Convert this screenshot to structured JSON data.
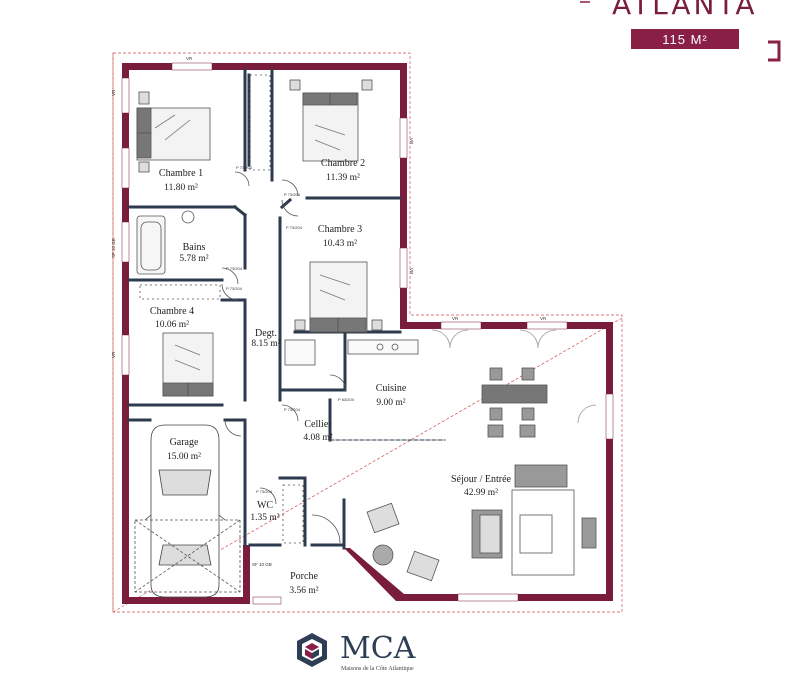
{
  "header": {
    "title": "ATLANTA",
    "area_badge": "115 M²"
  },
  "colors": {
    "wall": "#7a1c3c",
    "badge": "#8a1f45",
    "inner_wall": "#2e3a4d",
    "red_guide": "#d05050",
    "furniture": "#555555"
  },
  "rooms": [
    {
      "id": "chambre1",
      "name": "Chambre 1",
      "area": "11.80 m²"
    },
    {
      "id": "chambre2",
      "name": "Chambre 2",
      "area": "11.39 m²"
    },
    {
      "id": "chambre3",
      "name": "Chambre 3",
      "area": "10.43 m²"
    },
    {
      "id": "bains",
      "name": "Bains",
      "area": "5.78 m²"
    },
    {
      "id": "chambre4",
      "name": "Chambre 4",
      "area": "10.06 m²"
    },
    {
      "id": "degt",
      "name": "Degt.",
      "area": "8.15 m²"
    },
    {
      "id": "cuisine",
      "name": "Cuisine",
      "area": "9.00 m²"
    },
    {
      "id": "cellier",
      "name": "Cellier",
      "area": "4.08 m²"
    },
    {
      "id": "garage",
      "name": "Garage",
      "area": "15.00 m²"
    },
    {
      "id": "sejour",
      "name": "Séjour / Entrée",
      "area": "42.99 m²"
    },
    {
      "id": "wc",
      "name": "WC",
      "area": "1.35 m²"
    },
    {
      "id": "porche",
      "name": "Porche",
      "area": "3.56 m²"
    }
  ],
  "door_tags": [
    "P 73/204",
    "P 73/204",
    "P 73/204",
    "P 73/204",
    "P 73/204",
    "P 73/204",
    "P 63/204",
    "P 73/204",
    "P 73/204"
  ],
  "window_tags": [
    "VR",
    "VR",
    "VR",
    "VR",
    "VR",
    "VR",
    "VR",
    "SF 10 GB",
    "SF 10 GB"
  ],
  "logo": {
    "name": "MCA",
    "tagline": "Maisons de la Côte Atlantique"
  }
}
